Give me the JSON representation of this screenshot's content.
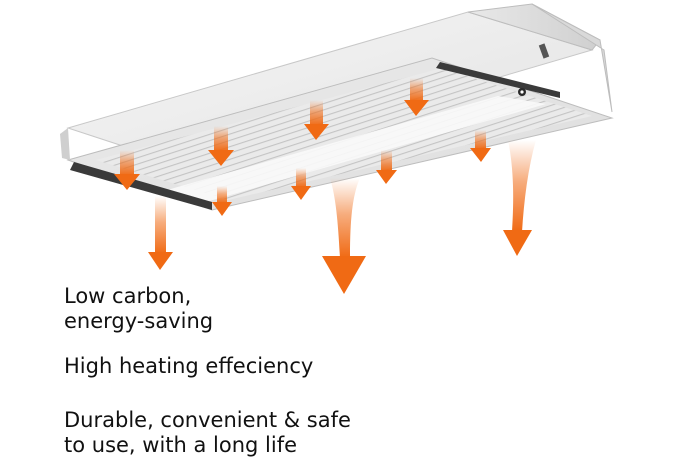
{
  "product": {
    "icon": "ceiling-heater-icon",
    "heat_arrow_color": "#f06a14"
  },
  "features": [
    {
      "lines": [
        "Low carbon,",
        "energy-saving"
      ]
    },
    {
      "lines": [
        "High heating effeciency"
      ]
    },
    {
      "lines": [
        "Durable, convenient & safe",
        "to use, with a long life"
      ]
    }
  ]
}
